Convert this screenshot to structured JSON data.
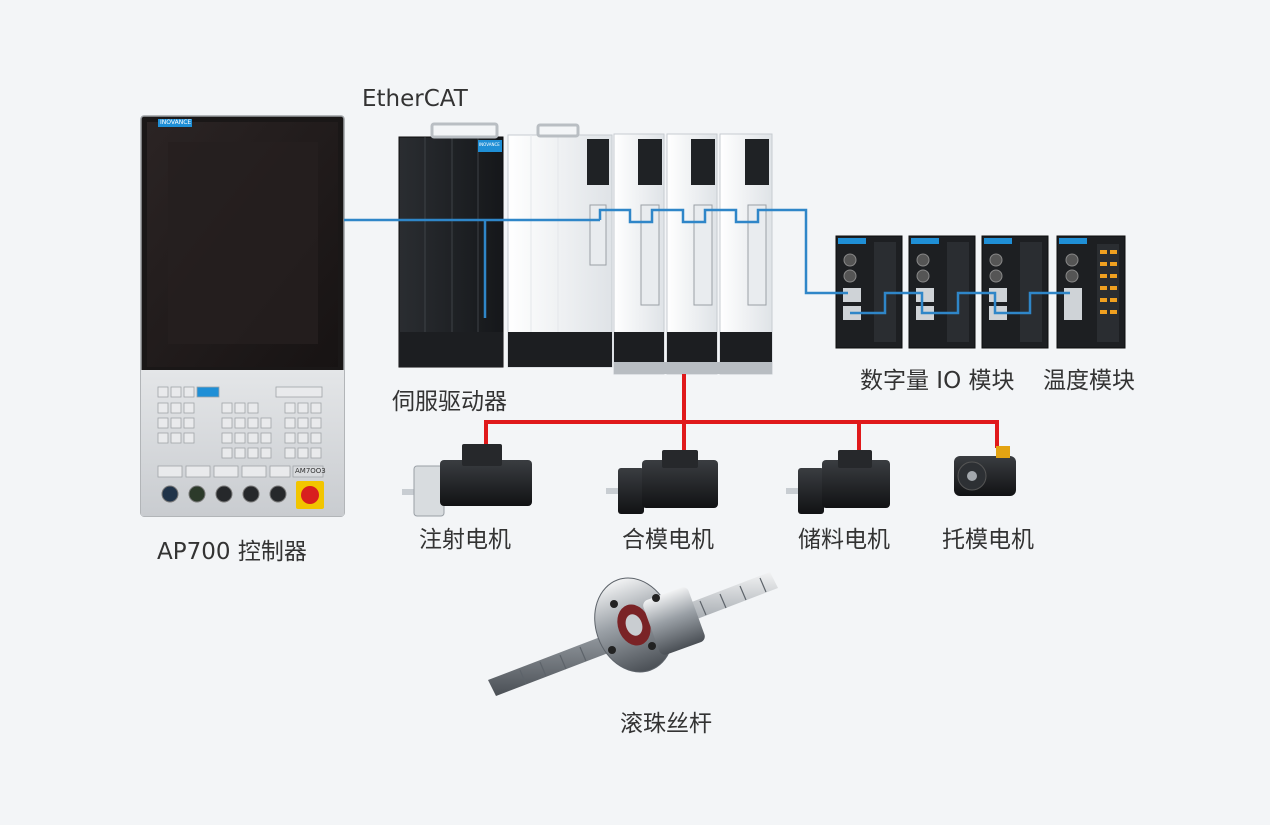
{
  "network": {
    "protocol_label": "EtherCAT"
  },
  "controller": {
    "label": "AP700 控制器",
    "brand_text": "INOVANCE",
    "model_text": "AM7OO3"
  },
  "servo_drives": {
    "label": "伺服驱动器",
    "brand_text": "INOVANCE"
  },
  "io_modules": {
    "digital_label": "数字量 IO 模块",
    "temperature_label": "温度模块"
  },
  "motors": [
    {
      "label": "注射电机"
    },
    {
      "label": "合模电机"
    },
    {
      "label": "储料电机"
    },
    {
      "label": "托模电机"
    }
  ],
  "ballscrew": {
    "label": "滚珠丝杆"
  },
  "colors": {
    "ethercat_line": "#2f86c8",
    "power_line": "#e0191b",
    "background": "#f3f5f7",
    "brand_blue": "#1f8fd6"
  }
}
